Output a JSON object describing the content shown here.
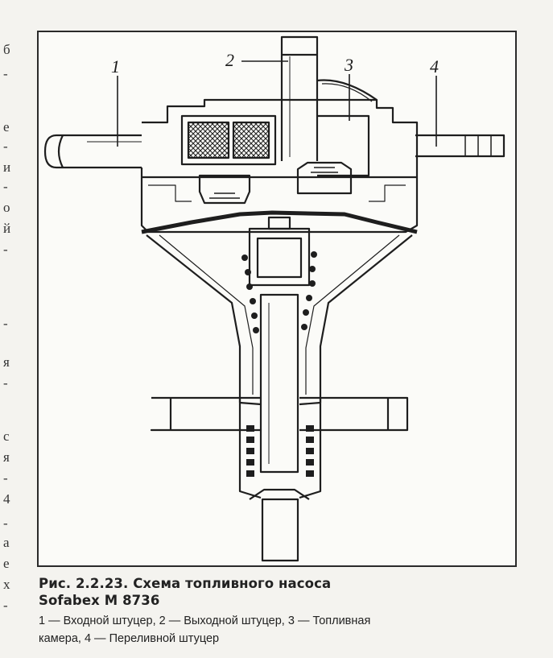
{
  "margin_glyphs": [
    "б",
    "-",
    "е",
    "-",
    "и",
    "-",
    "о",
    "й",
    "-",
    "-",
    "я",
    "-",
    "с",
    "я",
    "-",
    "4",
    "-",
    "а",
    "е",
    "х",
    "-"
  ],
  "diagram": {
    "labels": [
      "1",
      "2",
      "3",
      "4"
    ]
  },
  "caption": {
    "title_line1": "Рис. 2.2.23. Схема топливного насоса",
    "title_line2": "Sofabex M 8736",
    "legend_line1": "1 — Входной штуцер, 2 — Выходной штуцер, 3 — Топливная",
    "legend_line2": "камера, 4 — Переливной штуцер"
  }
}
